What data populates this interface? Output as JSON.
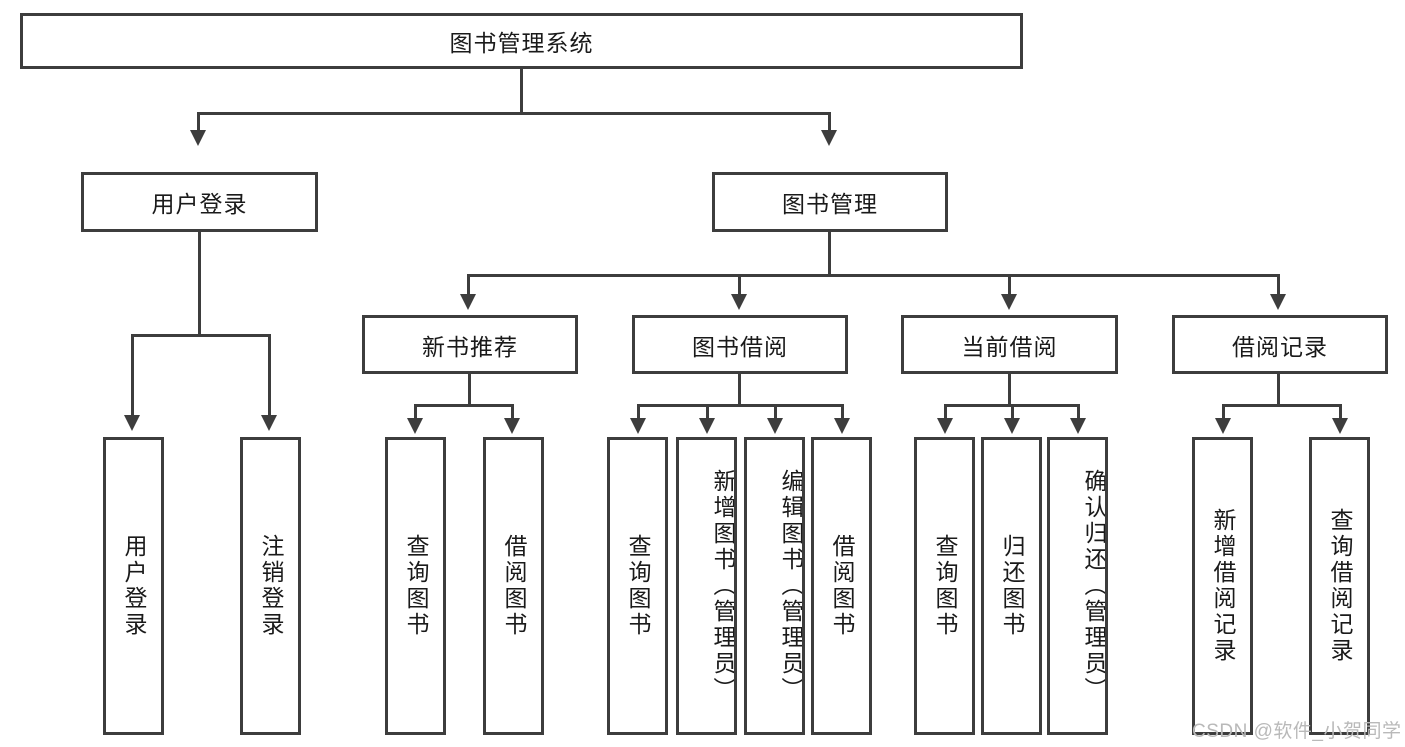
{
  "diagram": {
    "title": "图书管理系统",
    "root": {
      "id": "root",
      "label": "图书管理系统"
    },
    "level2": [
      {
        "id": "user-login",
        "label": "用户登录"
      },
      {
        "id": "book-management",
        "label": "图书管理"
      }
    ],
    "level3": [
      {
        "id": "new-book-recommend",
        "label": "新书推荐"
      },
      {
        "id": "book-borrow",
        "label": "图书借阅"
      },
      {
        "id": "current-borrow",
        "label": "当前借阅"
      },
      {
        "id": "borrow-record",
        "label": "借阅记录"
      }
    ],
    "leaves": {
      "user_login": [
        {
          "id": "leaf-user-login",
          "label": "用户登录"
        },
        {
          "id": "leaf-logout-login",
          "label": "注销登录"
        }
      ],
      "new_book_recommend": [
        {
          "id": "leaf-query-book-1",
          "label": "查询图书"
        },
        {
          "id": "leaf-borrow-book-1",
          "label": "借阅图书"
        }
      ],
      "book_borrow": [
        {
          "id": "leaf-query-book-2",
          "label": "查询图书"
        },
        {
          "id": "leaf-add-book",
          "label": "新增图书（管理员）"
        },
        {
          "id": "leaf-edit-book",
          "label": "编辑图书（管理员）"
        },
        {
          "id": "leaf-borrow-book-2",
          "label": "借阅图书"
        }
      ],
      "current_borrow": [
        {
          "id": "leaf-query-book-3",
          "label": "查询图书"
        },
        {
          "id": "leaf-return-book",
          "label": "归还图书"
        },
        {
          "id": "leaf-confirm-return",
          "label": "确认归还（管理员）"
        }
      ],
      "borrow_record": [
        {
          "id": "leaf-add-record",
          "label": "新增借阅记录"
        },
        {
          "id": "leaf-query-record",
          "label": "查询借阅记录"
        }
      ]
    },
    "watermark": "CSDN @软件_小贺同学",
    "colors": {
      "stroke": "#3d3d3d",
      "fill": "#ffffff",
      "text": "#1a1a1a",
      "watermark": "#b9b9b9"
    }
  }
}
